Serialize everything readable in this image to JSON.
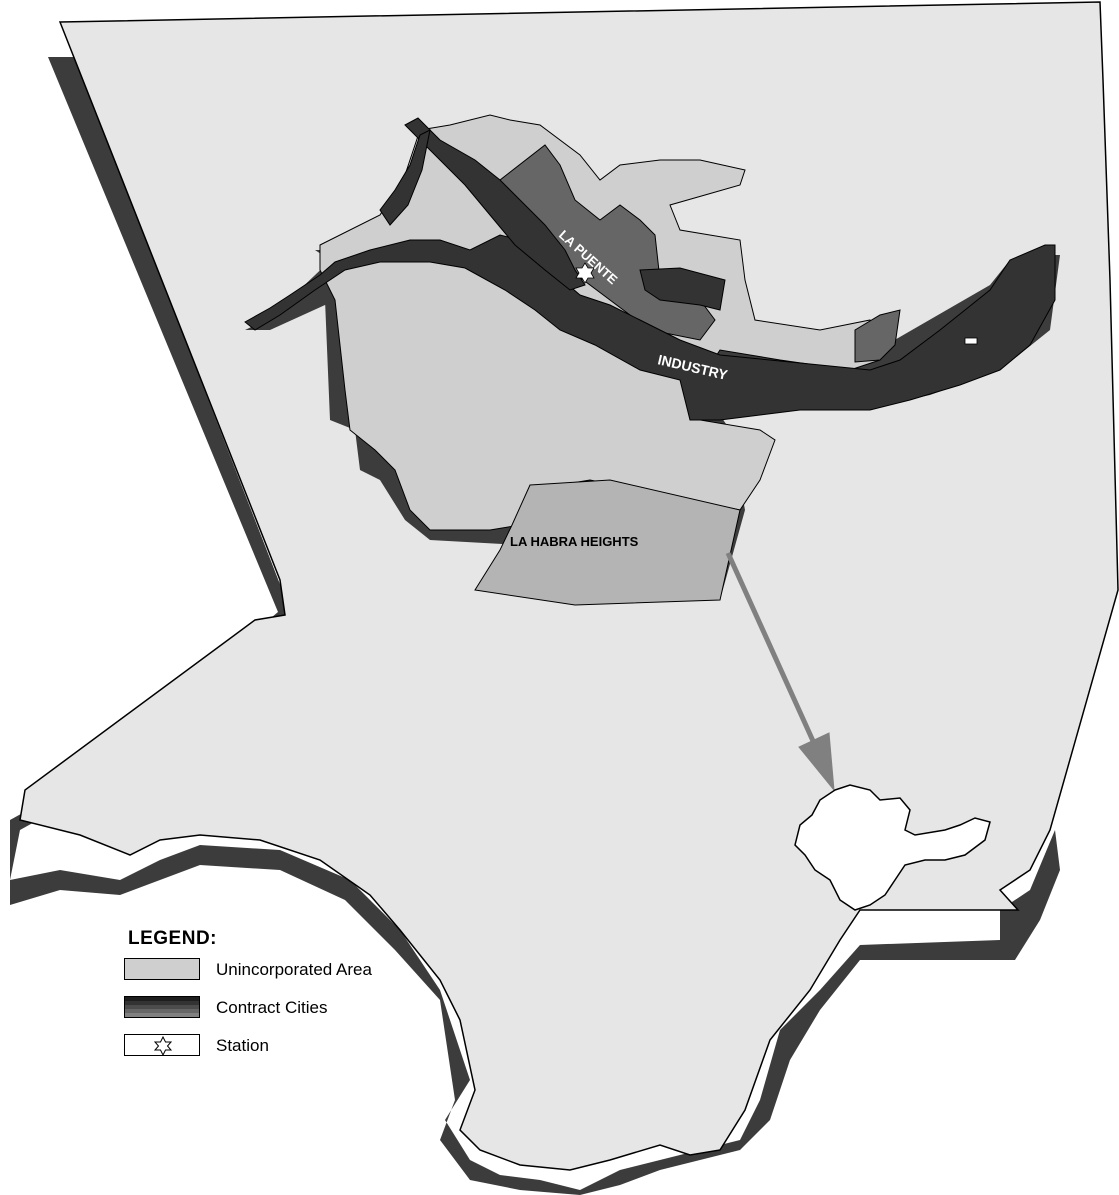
{
  "labels": {
    "la_puente": "LA PUENTE",
    "industry": "INDUSTRY",
    "la_habra_heights": "LA HABRA HEIGHTS"
  },
  "legend": {
    "title": "LEGEND:",
    "items": [
      {
        "label": "Unincorporated Area",
        "swatch": "unincorporated"
      },
      {
        "label": "Contract Cities",
        "swatch": "contract-cities"
      },
      {
        "label": "Station",
        "swatch": "station-icon"
      }
    ]
  },
  "colors": {
    "county_fill": "#e6e6e6",
    "shadow": "#3c3c3c",
    "unincorporated": "#cfcfcf",
    "contract_dark": "#333333",
    "contract_mid": "#666666",
    "la_habra_heights": "#b4b4b4",
    "arrow": "#808080",
    "station": "#ffffff"
  },
  "icons": [
    "station-star-icon",
    "locator-arrow-icon"
  ]
}
